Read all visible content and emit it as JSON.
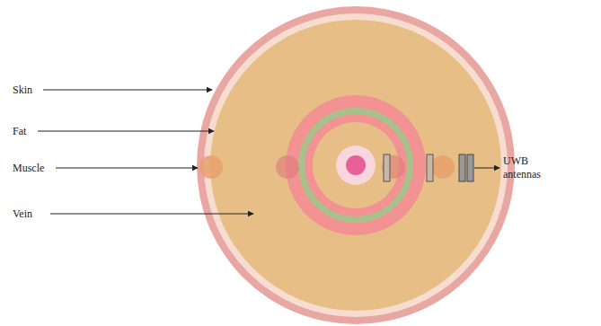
{
  "diagram": {
    "labels": [
      "Skin",
      "Fat",
      "Muscle",
      "Vein",
      "UWB antennas"
    ]
  }
}
